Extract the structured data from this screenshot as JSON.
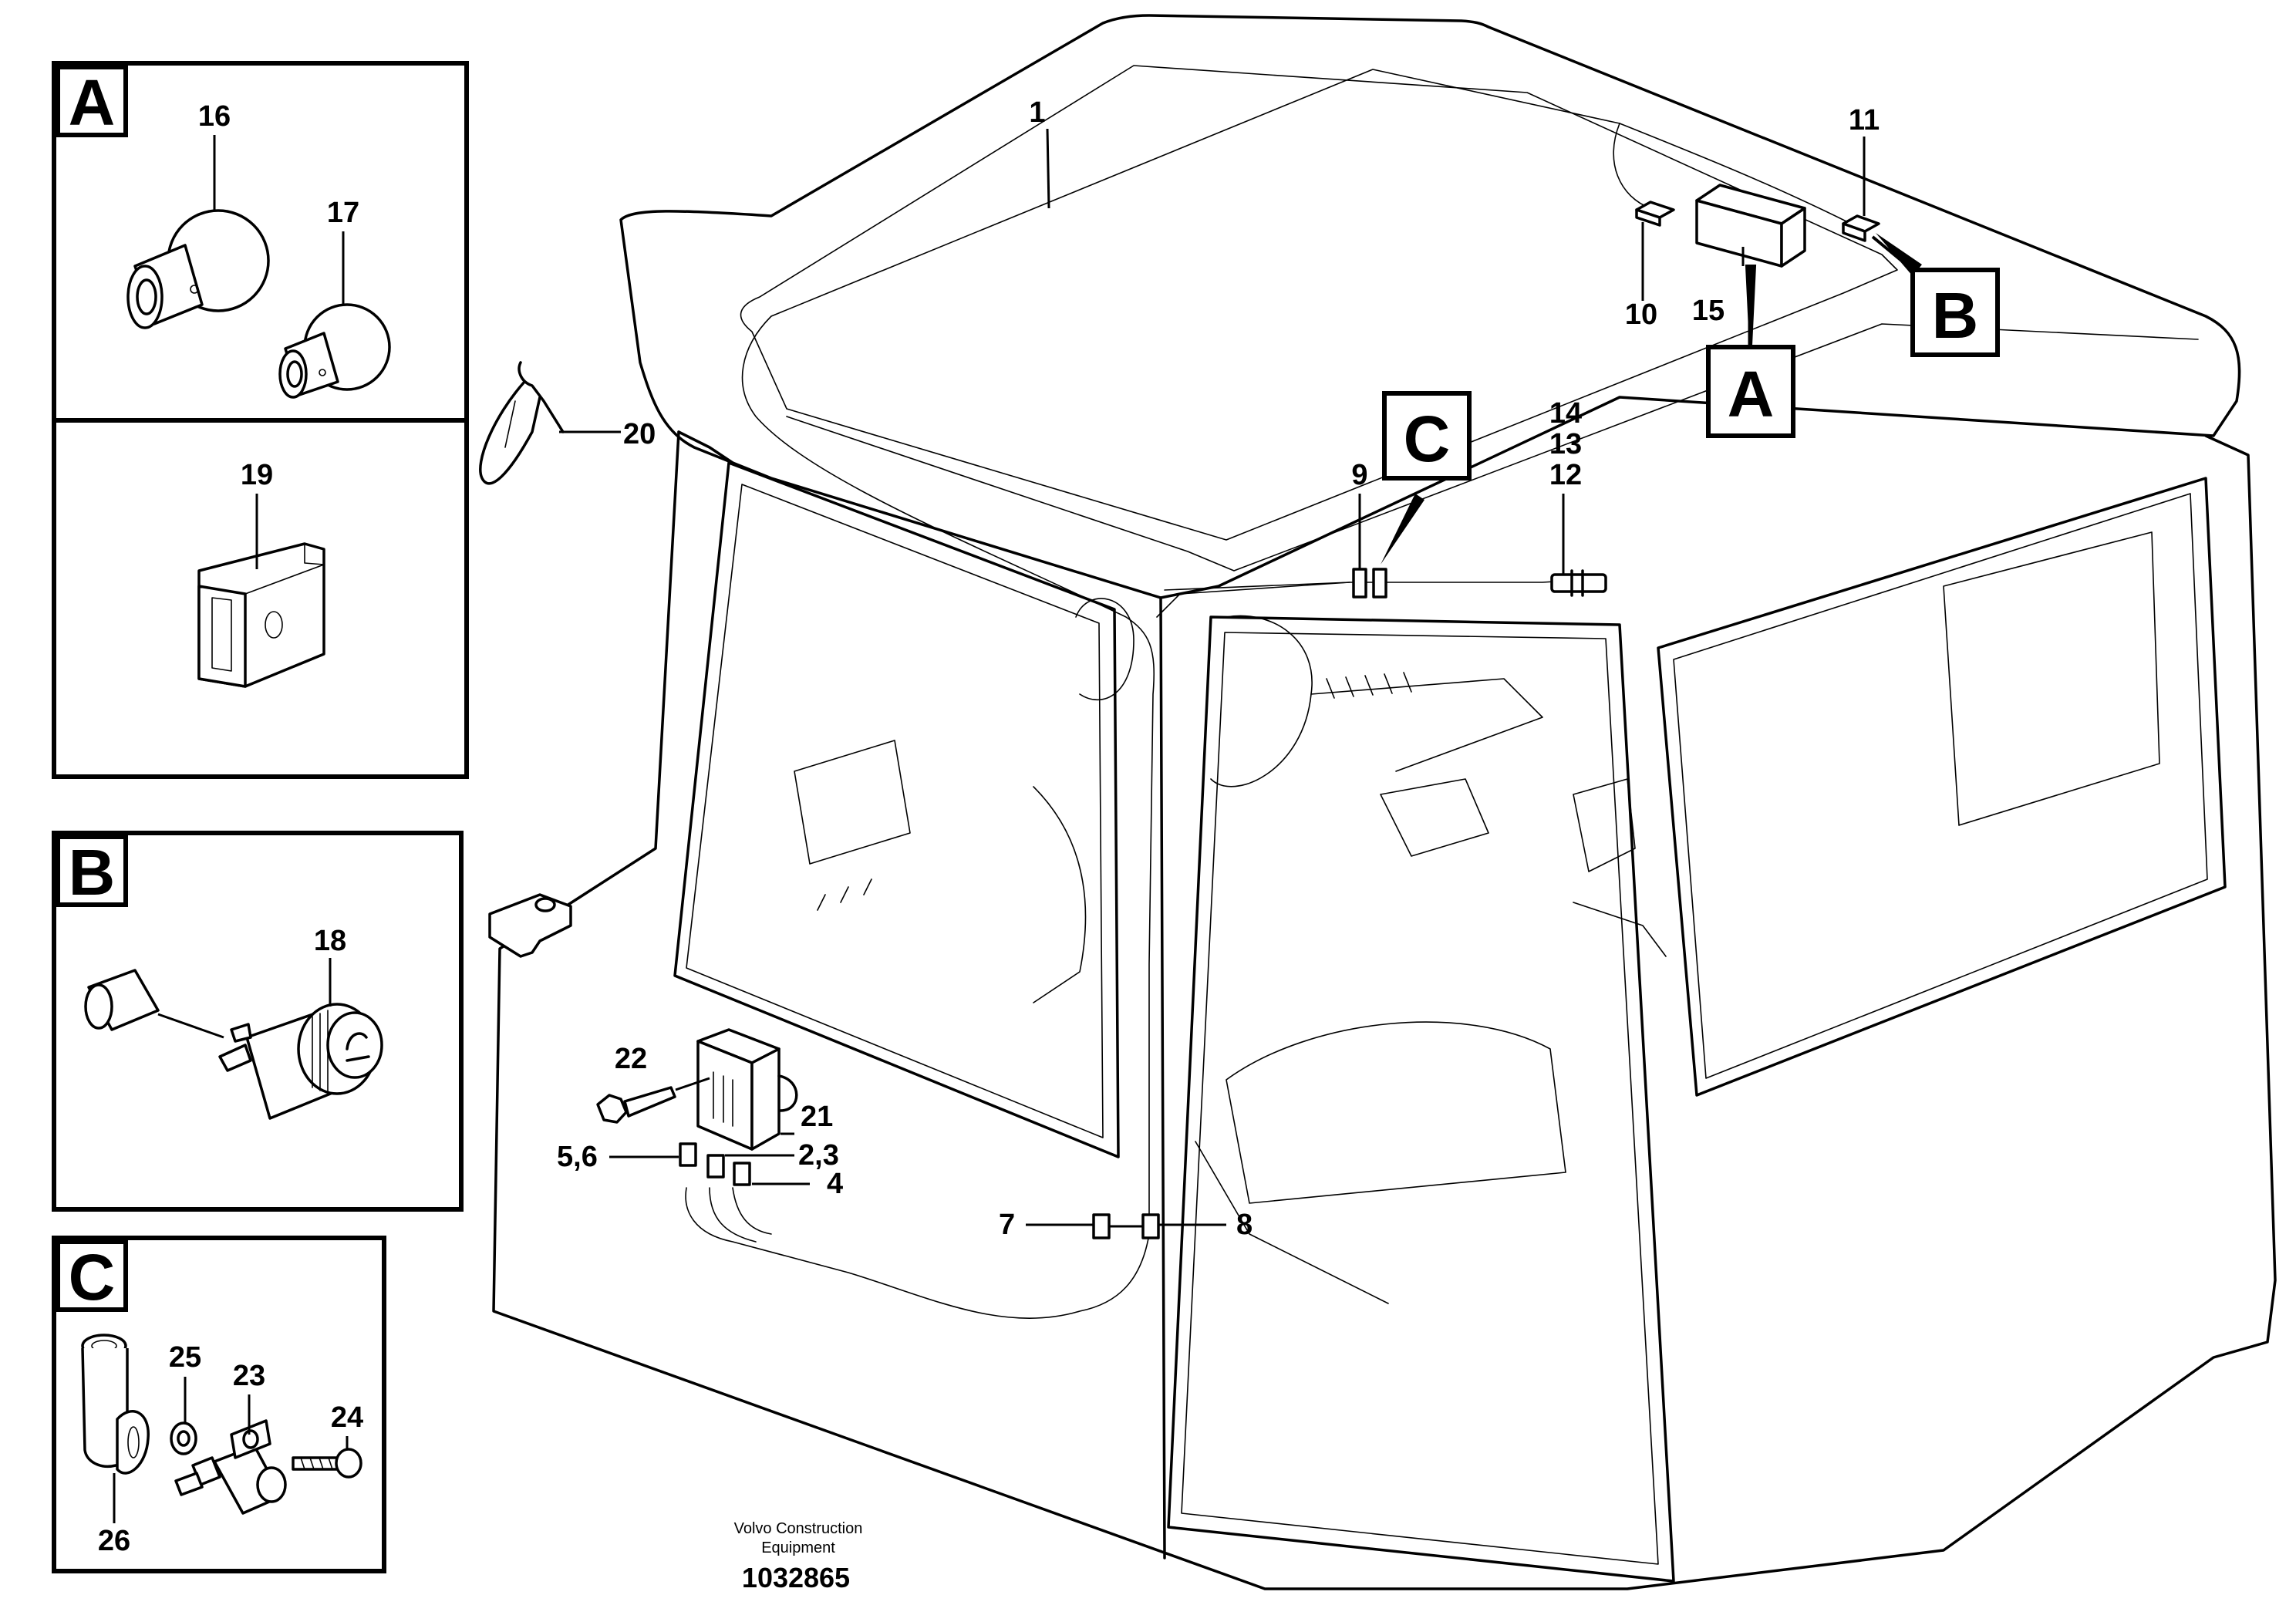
{
  "callouts": {
    "c1": "1",
    "c2_3": "2,3",
    "c4": "4",
    "c5_6": "5,6",
    "c7": "7",
    "c8": "8",
    "c9": "9",
    "c10": "10",
    "c11": "11",
    "c12": "12",
    "c13": "13",
    "c14": "14",
    "c15": "15",
    "c16": "16",
    "c17": "17",
    "c18": "18",
    "c19": "19",
    "c20": "20",
    "c21": "21",
    "c22": "22",
    "c23": "23",
    "c24": "24",
    "c25": "25",
    "c26": "26"
  },
  "detail_labels": {
    "a": "A",
    "b": "B",
    "c": "C"
  },
  "footer": {
    "company_line1": "Volvo Construction",
    "company_line2": "Equipment",
    "drawing_number": "1032865"
  }
}
